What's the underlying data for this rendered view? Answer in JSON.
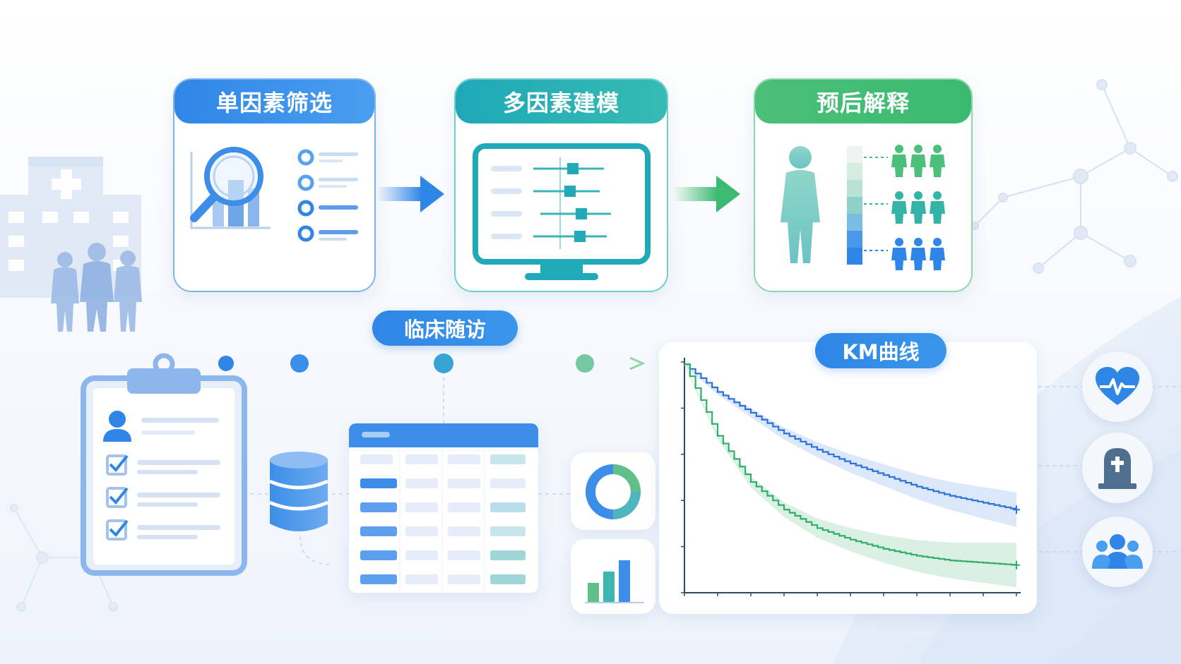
{
  "steps": [
    {
      "label": "单因素筛选",
      "color": "#2f86e6",
      "color2": "#4a9ef0"
    },
    {
      "label": "多因素建模",
      "color": "#1fb0b4",
      "color2": "#35b9b6"
    },
    {
      "label": "预后解释",
      "color": "#3dba72",
      "color2": "#5ac689"
    }
  ],
  "followup": {
    "label": "临床随访"
  },
  "km": {
    "label": "KM曲线"
  },
  "colors": {
    "blue": "#2f86e6",
    "teal": "#1fb0b4",
    "green": "#3dba72",
    "km_blue": "#2e72d9",
    "km_green": "#2fae6c"
  },
  "icons": [
    "heart-pulse-icon",
    "tombstone-icon",
    "group-icon",
    "hospital-icon",
    "clipboard-icon",
    "database-icon",
    "donut-chart-icon",
    "bar-chart-icon",
    "magnifier-chart-icon",
    "monitor-icon",
    "person-icon"
  ],
  "chart_data": {
    "type": "line",
    "title": "KM曲线",
    "xlabel": "",
    "ylabel": "",
    "x": [
      0,
      1,
      2,
      3,
      4,
      5,
      6,
      7,
      8,
      9,
      10
    ],
    "xlim": [
      0,
      10
    ],
    "ylim": [
      0,
      1
    ],
    "grid": false,
    "series": [
      {
        "color": "#2e72d9",
        "values": [
          0.99,
          0.87,
          0.78,
          0.69,
          0.62,
          0.56,
          0.51,
          0.46,
          0.42,
          0.39,
          0.36
        ]
      },
      {
        "color": "#2fae6c",
        "values": [
          0.99,
          0.68,
          0.48,
          0.36,
          0.28,
          0.23,
          0.19,
          0.16,
          0.14,
          0.13,
          0.12
        ]
      }
    ]
  }
}
